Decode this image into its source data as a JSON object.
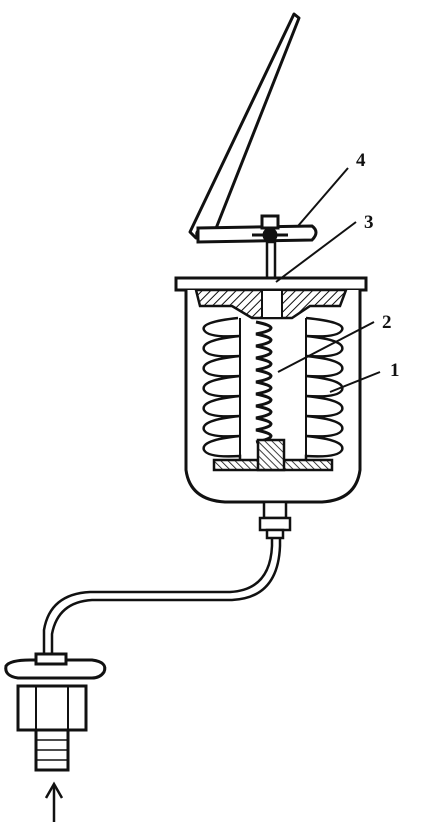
{
  "diagram": {
    "labels": {
      "one": "1",
      "two": "2",
      "three": "3",
      "four": "4"
    },
    "colors": {
      "ink": "#111111",
      "paper": "#ffffff"
    }
  }
}
